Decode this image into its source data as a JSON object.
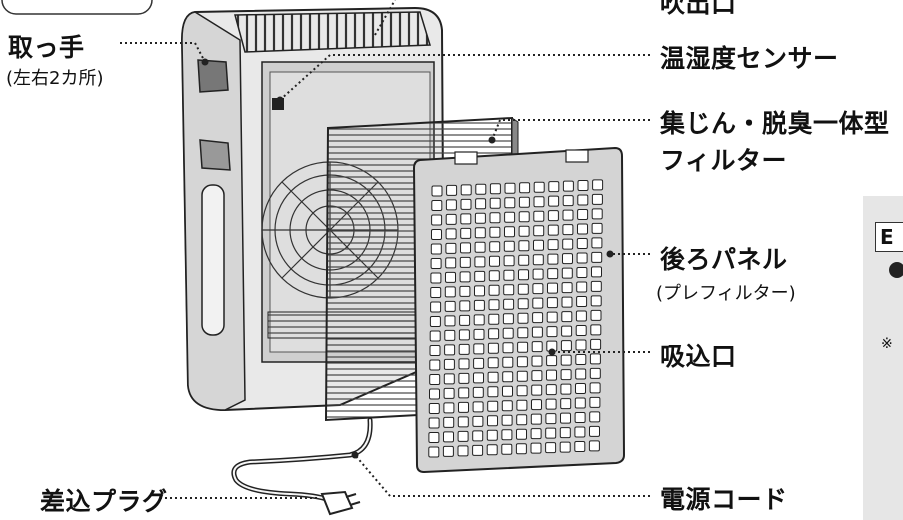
{
  "labels": {
    "handle": "取っ手",
    "handle_note": "(左右2カ所)",
    "outlet_partial": "吹出口",
    "sensor": "温湿度センサー",
    "filter_line1": "集じん・脱臭一体型",
    "filter_line2": "フィルター",
    "back_panel": "後ろパネル",
    "back_panel_note": "(プレフィルター)",
    "intake": "吸込口",
    "cord": "電源コード",
    "plug": "差込プラグ"
  },
  "side_panel": {
    "tag": "E",
    "note_mark": "※"
  }
}
